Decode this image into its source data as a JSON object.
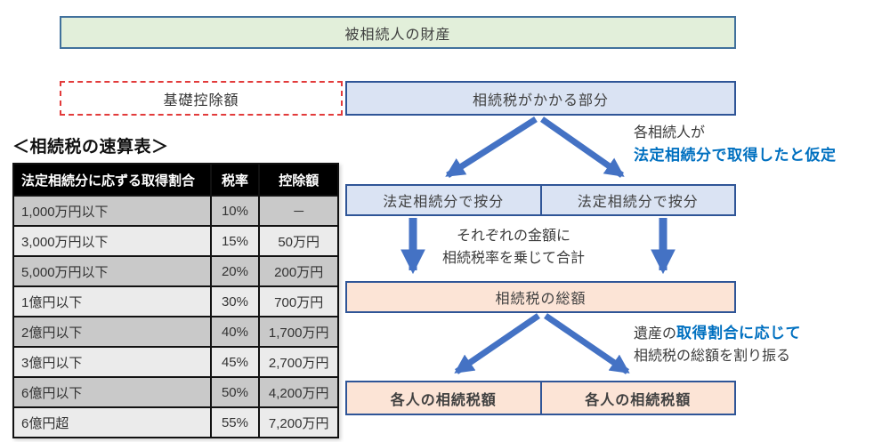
{
  "colors": {
    "estate_fill": "#e2efda",
    "estate_border": "#41719c",
    "blue_fill": "#dae3f3",
    "blue_border": "#2f5597",
    "peach_fill": "#fce4d6",
    "dashed_border_red": "#e23b3b",
    "arrow_blue": "#4472c4",
    "accent_blue_text": "#0070c0",
    "accent_red_text": "#e60000",
    "table_header_bg": "#000000",
    "table_row_dark": "#c9c9c9",
    "table_row_light": "#ebebeb"
  },
  "top_flow": {
    "estate_box": "被相続人の財産",
    "basic_deduction_box": "基礎控除額",
    "taxable_box": "相続税がかかる部分"
  },
  "table": {
    "title": "＜相続税の速算表＞",
    "headers": [
      "法定相続分に応ずる取得割合",
      "税率",
      "控除額"
    ],
    "rows": [
      {
        "range": "1,000万円以下",
        "rate": "10%",
        "deduction": "－"
      },
      {
        "range": "3,000万円以下",
        "rate": "15%",
        "deduction": "50万円"
      },
      {
        "range": "5,000万円以下",
        "rate": "20%",
        "deduction": "200万円"
      },
      {
        "range": "1億円以下",
        "rate": "30%",
        "deduction": "700万円"
      },
      {
        "range": "2億円以下",
        "rate": "40%",
        "deduction": "1,700万円"
      },
      {
        "range": "3億円以下",
        "rate": "45%",
        "deduction": "2,700万円"
      },
      {
        "range": "6億円以下",
        "rate": "50%",
        "deduction": "4,200万円"
      },
      {
        "range": "6億円超",
        "rate": "55%",
        "deduction": "7,200万円"
      }
    ]
  },
  "flow": {
    "apportion_left": "法定相続分で按分",
    "apportion_right": "法定相続分で按分",
    "total_box": "相続税の総額",
    "per_person_left": "各人の相続税額",
    "per_person_right": "各人の相続税額",
    "annotation_assume": {
      "line1": "各相続人が",
      "line2": "法定相続分で取得したと仮定"
    },
    "annotation_multiply": {
      "line1": "それぞれの金額に",
      "line2": "相続税率を乗じて合計"
    },
    "annotation_allocate": {
      "prefix": "遺産の",
      "highlight": "取得割合に応じて",
      "line2": "相続税の総額を割り振る"
    }
  }
}
